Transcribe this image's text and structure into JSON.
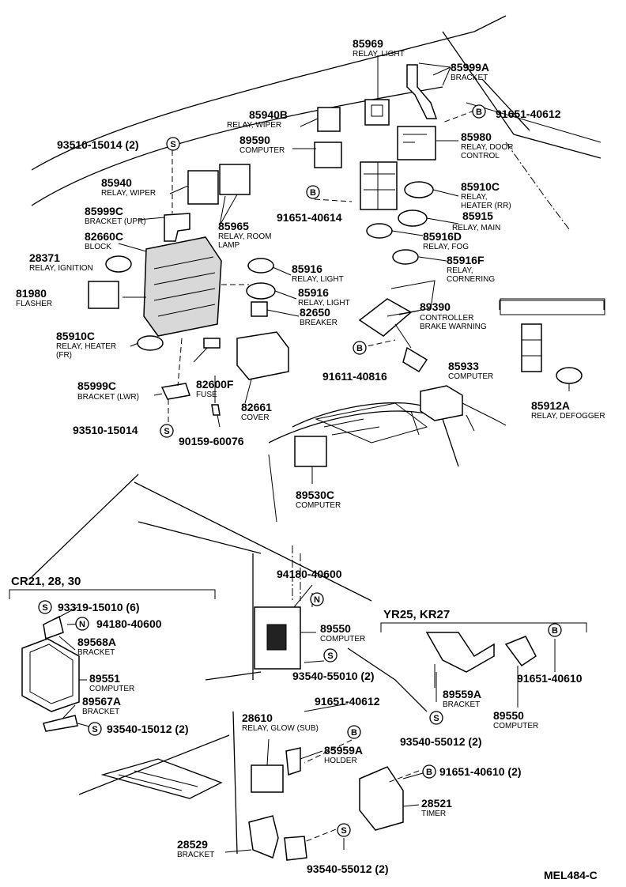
{
  "diagram_code": "MEL484-C",
  "variant_labels": {
    "cr": "CR21, 28, 30",
    "yr": "YR25, KR27"
  },
  "symbols": {
    "screw": "S",
    "bolt": "B",
    "nut": "N"
  },
  "parts": {
    "p85969": {
      "num": "85969",
      "name": "RELAY, LIGHT"
    },
    "p85999A": {
      "num": "85999A",
      "name": "BRACKET"
    },
    "p85940B": {
      "num": "85940B",
      "name": "RELAY, WIPER"
    },
    "p91651_40612a": {
      "num": "91651-40612"
    },
    "p93510_15014a": {
      "num": "93510-15014 (2)"
    },
    "p89590": {
      "num": "89590",
      "name": "COMPUTER"
    },
    "p85980": {
      "num": "85980",
      "name": "RELAY, DOOR",
      "name2": "CONTROL"
    },
    "p85940": {
      "num": "85940",
      "name": "RELAY, WIPER"
    },
    "p85910C_rr": {
      "num": "85910C",
      "name": "RELAY,",
      "name2": "HEATER (RR)"
    },
    "p85999C_upr": {
      "num": "85999C",
      "name": "BRACKET (UPR)"
    },
    "p91651_40614": {
      "num": "91651-40614"
    },
    "p85915": {
      "num": "85915",
      "name": "RELAY, MAIN"
    },
    "p82660C": {
      "num": "82660C",
      "name": "BLOCK"
    },
    "p85965": {
      "num": "85965",
      "name": "RELAY, ROOM",
      "name2": "LAMP"
    },
    "p85916D": {
      "num": "85916D",
      "name": "RELAY, FOG"
    },
    "p28371": {
      "num": "28371",
      "name": "RELAY, IGNITION"
    },
    "p85916F": {
      "num": "85916F",
      "name": "RELAY,",
      "name2": "CORNERING"
    },
    "p85916a": {
      "num": "85916",
      "name": "RELAY, LIGHT"
    },
    "p81980": {
      "num": "81980",
      "name": "FLASHER"
    },
    "p85916b": {
      "num": "85916",
      "name": "RELAY, LIGHT"
    },
    "p89390": {
      "num": "89390",
      "name": "CONTROLLER",
      "name2": "BRAKE WARNING"
    },
    "p82650": {
      "num": "82650",
      "name": "BREAKER"
    },
    "p85910C_fr": {
      "num": "85910C",
      "name": "RELAY, HEATER",
      "name2": "(FR)"
    },
    "p91611_40816": {
      "num": "91611-40816"
    },
    "p85933": {
      "num": "85933",
      "name": "COMPUTER"
    },
    "p82600F": {
      "num": "82600F",
      "name": "FUSE"
    },
    "p85999C_lwr": {
      "num": "85999C",
      "name": "BRACKET (LWR)"
    },
    "p82661": {
      "num": "82661",
      "name": "COVER"
    },
    "p85912A": {
      "num": "85912A",
      "name": "RELAY, DEFOGGER"
    },
    "p93510_15014b": {
      "num": "93510-15014"
    },
    "p90159_60076": {
      "num": "90159-60076"
    },
    "p89530C": {
      "num": "89530C",
      "name": "COMPUTER"
    },
    "p94180_40600a": {
      "num": "94180-40600"
    },
    "p93319_15010": {
      "num": "93319-15010 (6)"
    },
    "p94180_40600b": {
      "num": "94180-40600"
    },
    "p89568A": {
      "num": "89568A",
      "name": "BRACKET"
    },
    "p89550a": {
      "num": "89550",
      "name": "COMPUTER"
    },
    "p89551": {
      "num": "89551",
      "name": "COMPUTER"
    },
    "p93540_55010": {
      "num": "93540-55010 (2)"
    },
    "p89567A": {
      "num": "89567A",
      "name": "BRACKET"
    },
    "p91651_40612b": {
      "num": "91651-40612"
    },
    "p93540_15012": {
      "num": "93540-15012 (2)"
    },
    "p28610": {
      "num": "28610",
      "name": "RELAY, GLOW (SUB)"
    },
    "p89559A": {
      "num": "89559A",
      "name": "BRACKET"
    },
    "p91651_40610a": {
      "num": "91651-40610"
    },
    "p89550b": {
      "num": "89550",
      "name": "COMPUTER"
    },
    "p93540_55012a": {
      "num": "93540-55012 (2)"
    },
    "p85959A": {
      "num": "85959A",
      "name": "HOLDER"
    },
    "p91651_40610b": {
      "num": "91651-40610 (2)"
    },
    "p28521": {
      "num": "28521",
      "name": "TIMER"
    },
    "p28529": {
      "num": "28529",
      "name": "BRACKET"
    },
    "p93540_55012b": {
      "num": "93540-55012 (2)"
    }
  }
}
